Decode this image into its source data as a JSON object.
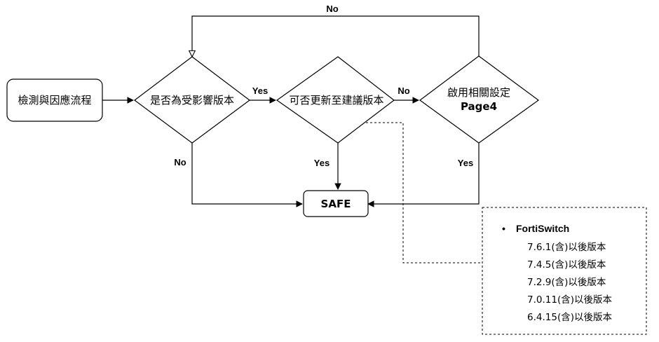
{
  "nodes": {
    "start": "檢測與因應流程",
    "decision_affected": "是否為受影響版本",
    "decision_update": "可否更新至建議版本",
    "decision_enable_line1": "啟用相關設定",
    "decision_enable_line2": "Page4",
    "safe": "SAFE"
  },
  "edges": {
    "affected_no": "No",
    "affected_yes": "Yes",
    "update_no": "No",
    "update_yes": "Yes",
    "enable_yes": "Yes",
    "enable_no_top": "No"
  },
  "note": {
    "bullet": "•",
    "title": "FortiSwitch",
    "items": [
      "7.6.1(含)以後版本",
      "7.4.5(含)以後版本",
      "7.2.9(含)以後版本",
      "7.0.11(含)以後版本",
      "6.4.15(含)以後版本"
    ]
  }
}
